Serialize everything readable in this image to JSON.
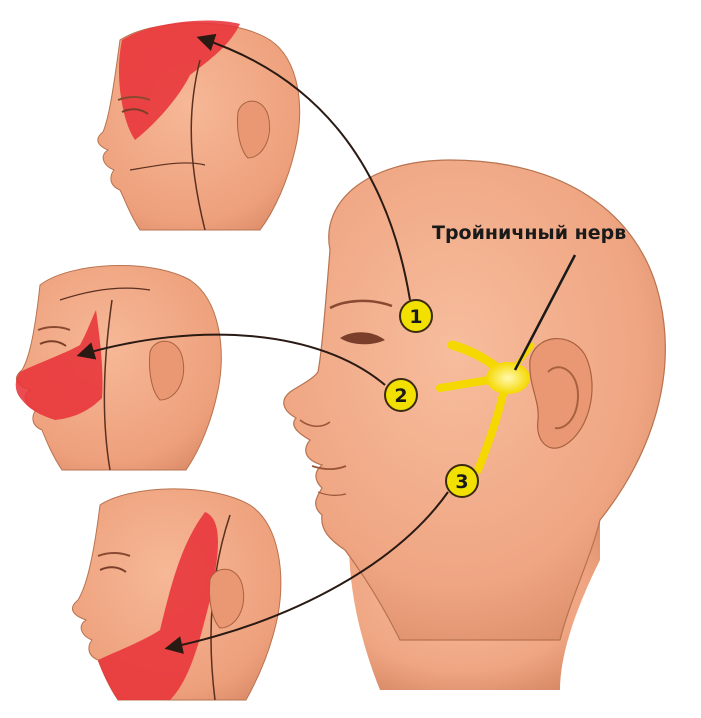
{
  "nerve_label": "Тройничный нерв",
  "branches": [
    {
      "number": "1"
    },
    {
      "number": "2"
    },
    {
      "number": "3"
    }
  ],
  "colors": {
    "skin": "#f0a884",
    "skin_shadow": "#d98a66",
    "skin_light": "#f7bd9d",
    "highlight_zone": "#e8333a",
    "nerve": "#f7e100",
    "badge_fill": "#f2e000",
    "outline": "#6b3a28",
    "arrow": "#2a1a14"
  }
}
